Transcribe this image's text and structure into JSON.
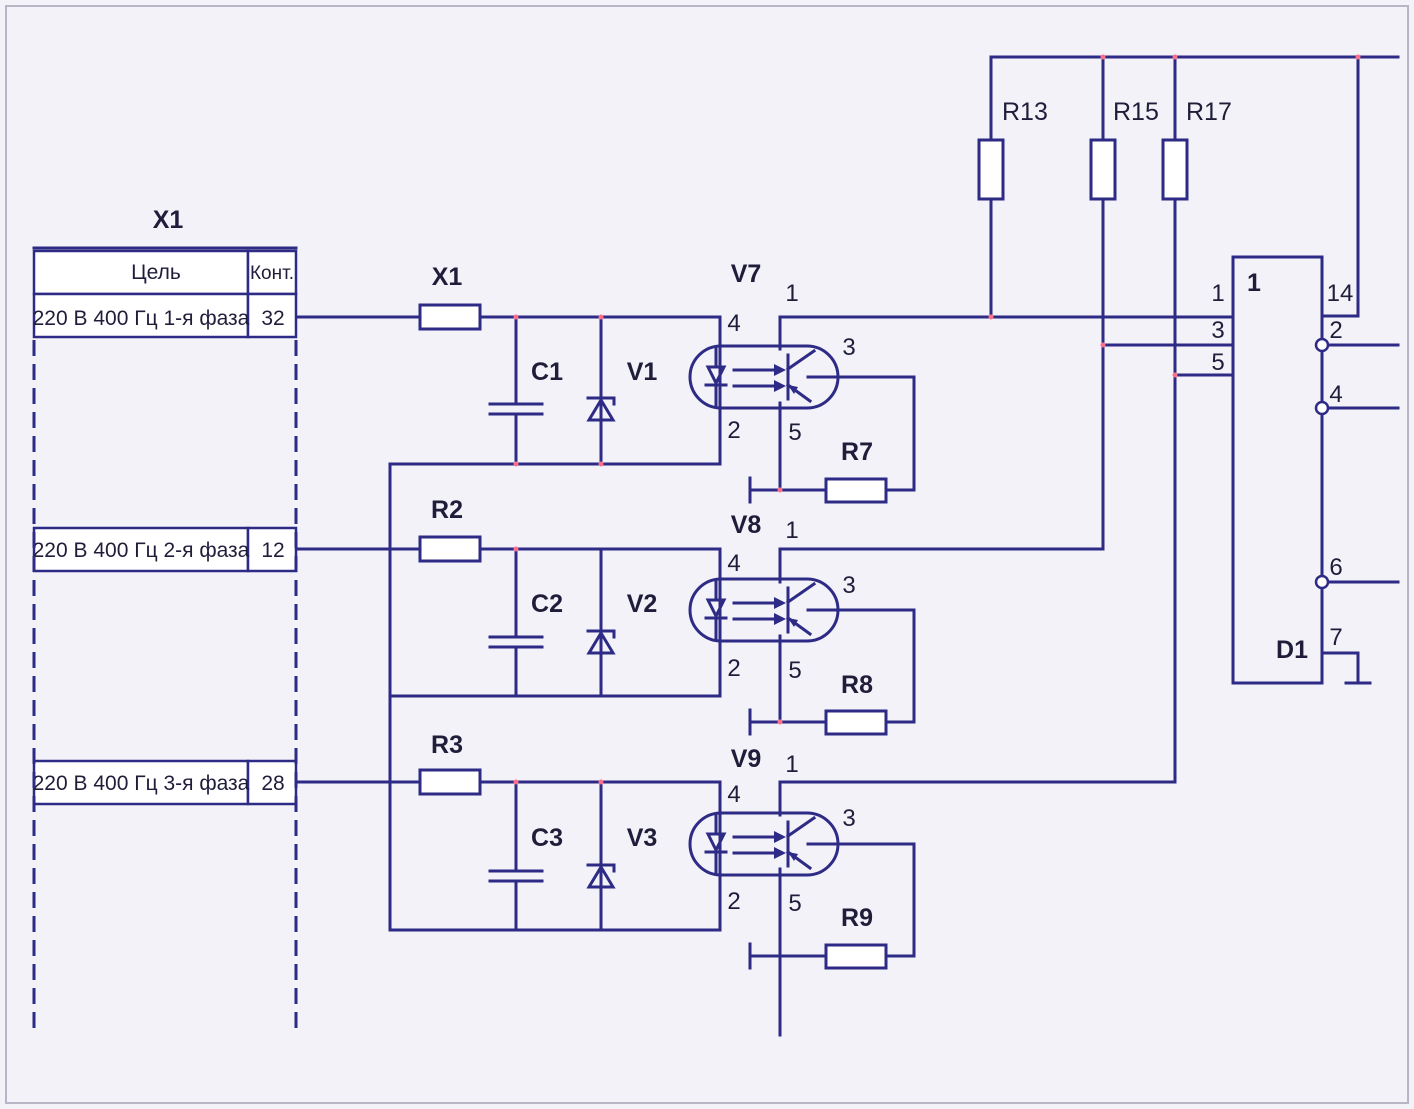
{
  "colors": {
    "background": "#f2f2f8",
    "wire": "#2e2b86",
    "junction": "#ff6f8a",
    "text": "#1f1d3a"
  },
  "connector": {
    "designator": "X1",
    "header": {
      "circuit": "Цель",
      "contact": "Конт."
    },
    "rows": [
      {
        "circuit": "220 В 400 Гц 1-я фаза",
        "contact": "32"
      },
      {
        "circuit": "220 В 400 Гц 2-я фаза",
        "contact": "12"
      },
      {
        "circuit": "220 В 400 Гц 3-я фаза",
        "contact": "28"
      }
    ]
  },
  "resistors": {
    "top": [
      "X1",
      "R2",
      "R3"
    ],
    "load": [
      "R7",
      "R8",
      "R9"
    ],
    "pullup": [
      "R13",
      "R15",
      "R17"
    ]
  },
  "capacitors": [
    "C1",
    "C2",
    "C3"
  ],
  "diodes": [
    "V1",
    "V2",
    "V3"
  ],
  "optocouplers": {
    "names": [
      "V7",
      "V8",
      "V9"
    ],
    "pins": {
      "p4": "4",
      "p2": "2",
      "p1": "1",
      "p3": "3",
      "p5": "5"
    }
  },
  "ic": {
    "designator": "D1",
    "function": "1",
    "inputs": [
      "1",
      "3",
      "5"
    ],
    "outputs": [
      "14",
      "2",
      "4",
      "6",
      "7"
    ]
  }
}
